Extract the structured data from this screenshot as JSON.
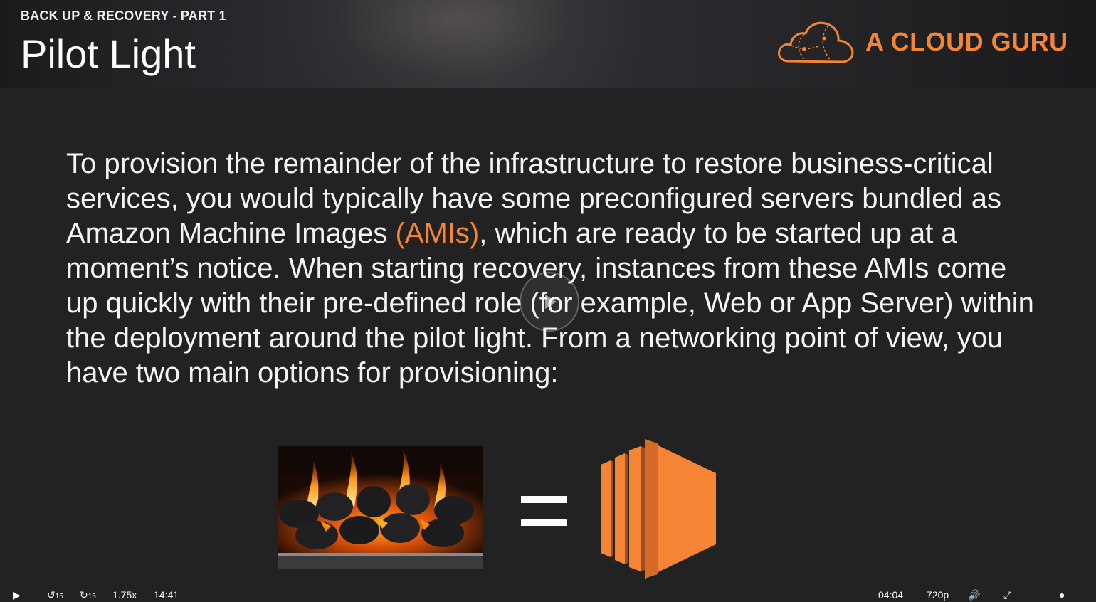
{
  "header": {
    "subtitle": "BACK UP & RECOVERY - PART 1",
    "title": "Pilot Light",
    "logo_text": "A CLOUD GURU"
  },
  "body": {
    "text_before": "To provision the remainder of the infrastructure to restore business-critical services, you would typically have some preconfigured servers bundled as Amazon Machine Images ",
    "highlight": "(AMIs)",
    "text_after": ", which are ready to be started up at a moment’s notice. When starting recovery, instances from these AMIs come up quickly with their pre-defined role (for example, Web or App Server) within the deployment around the pilot light. From a networking point of view, you have two main options for provisioning:"
  },
  "diagram": {
    "left_image": "fireplace-pilot-light-image",
    "operator_icon": "equals-icon",
    "right_icon": "ec2-icon"
  },
  "player": {
    "play": "▶",
    "rewind_label": "15",
    "forward_label": "15",
    "speed": "1.75x",
    "elapsed": "14:41",
    "remaining": "04:04",
    "quality": "720p",
    "volume_icon": "volume-icon",
    "fullscreen_icon": "fullscreen-icon",
    "colors": {
      "accent": "#f58434"
    }
  },
  "colors": {
    "accent": "#f58434",
    "background": "#222222",
    "text": "#f4f4f4"
  }
}
